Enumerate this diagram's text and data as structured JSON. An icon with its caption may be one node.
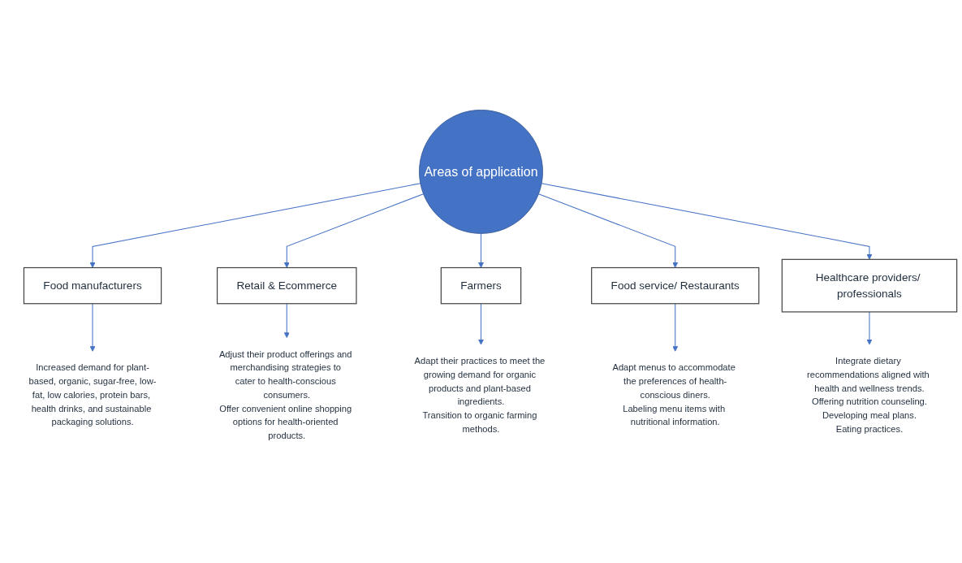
{
  "diagram": {
    "nodes": [
      {
        "text": [
          "Areas of application"
        ]
      },
      {
        "text": [
          "Food manufacturers"
        ]
      },
      {
        "text": [
          "Retail & Ecommerce"
        ]
      },
      {
        "text": [
          "Farmers"
        ]
      },
      {
        "text": [
          "Food service/ Restaurants"
        ]
      },
      {
        "text": [
          "Healthcare providers/ professionals"
        ]
      },
      {
        "text": [
          "Increased demand for plant-based, organic, sugar-free, low-fat, low calories, protein bars, health drinks, and sustainable packaging solutions."
        ]
      },
      {
        "text": [
          "Adjust their product offerings and merchandising strategies to cater to health-conscious consumers.",
          "Offer convenient online shopping options for health-oriented products."
        ]
      },
      {
        "text": [
          "Adapt their practices to meet the growing demand for organic products and plant-based ingredients.",
          "Transition to organic farming methods."
        ]
      },
      {
        "text": [
          "Adapt menus to accommodate the preferences of health-conscious diners.",
          "Labeling menu items with nutritional information."
        ]
      },
      {
        "text": [
          "Integrate dietary recommendations aligned with health and wellness trends.",
          "Offering nutrition counseling.",
          "Developing meal plans.",
          "Eating practices."
        ]
      }
    ],
    "edges": [
      {
        "from": 0,
        "to": 1,
        "arrow": "to"
      },
      {
        "from": 0,
        "to": 2,
        "arrow": "to"
      },
      {
        "from": 0,
        "to": 3,
        "arrow": "to"
      },
      {
        "from": 0,
        "to": 4,
        "arrow": "to"
      },
      {
        "from": 0,
        "to": 5,
        "arrow": "to"
      },
      {
        "from": 1,
        "to": 6,
        "arrow": "to"
      },
      {
        "from": 2,
        "to": 7,
        "arrow": "to"
      },
      {
        "from": 3,
        "to": 8,
        "arrow": "to"
      },
      {
        "from": 4,
        "to": 9,
        "arrow": "to"
      },
      {
        "from": 5,
        "to": 10,
        "arrow": "to"
      }
    ]
  }
}
